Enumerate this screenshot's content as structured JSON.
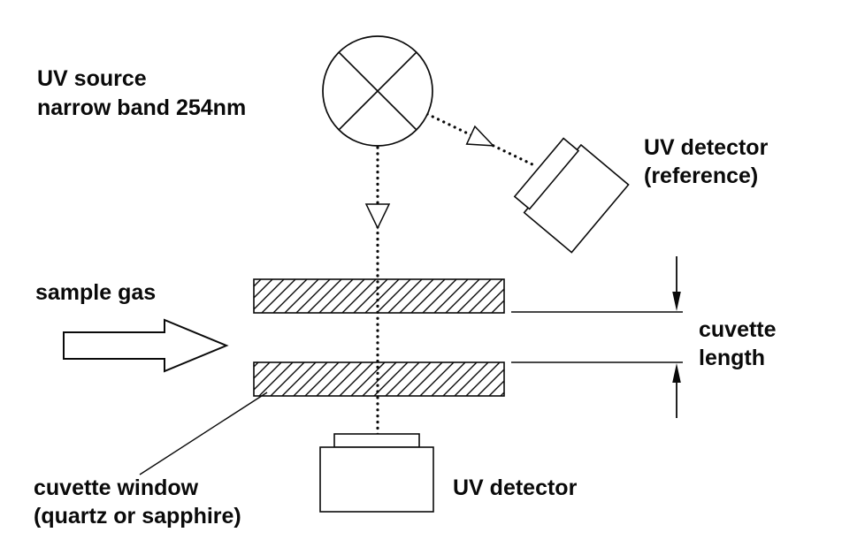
{
  "diagram": {
    "labels": {
      "uv_source_line1": "UV source",
      "uv_source_line2": "narrow band 254nm",
      "ref_detector_line1": "UV detector",
      "ref_detector_line2": "(reference)",
      "sample_gas": "sample gas",
      "cuvette_length_line1": "cuvette",
      "cuvette_length_line2": "length",
      "uv_detector": "UV detector",
      "cuvette_window_line1": "cuvette window",
      "cuvette_window_line2": "(quartz or sapphire)"
    },
    "colors": {
      "line": "#000000",
      "background": "#ffffff"
    }
  }
}
